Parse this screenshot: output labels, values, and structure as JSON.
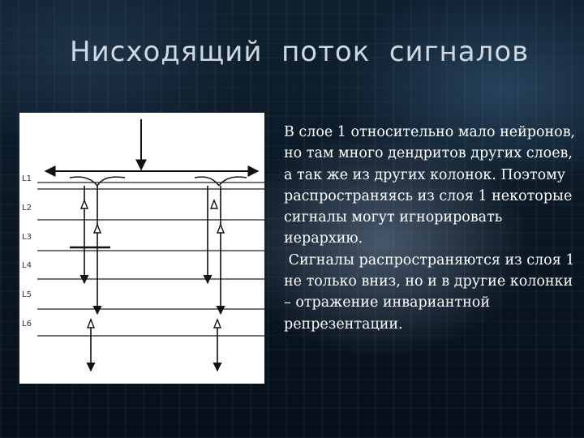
{
  "title": "Нисходящий  поток  сигналов",
  "diagram": {
    "layer_labels": [
      "L1",
      "L2",
      "L3",
      "L4",
      "L5",
      "L6"
    ]
  },
  "body": {
    "paragraph1": "В слое 1 относительно мало нейронов, но там  много дендритов других слоев, а так же из других колонок. Поэтому распространяясь из слоя 1 некоторые сигналы могут игнорировать иерархию.",
    "paragraph2": " Сигналы распространяются из слоя 1 не только вниз, но и в другие колонки – отражение инвариантной репрезентации."
  }
}
